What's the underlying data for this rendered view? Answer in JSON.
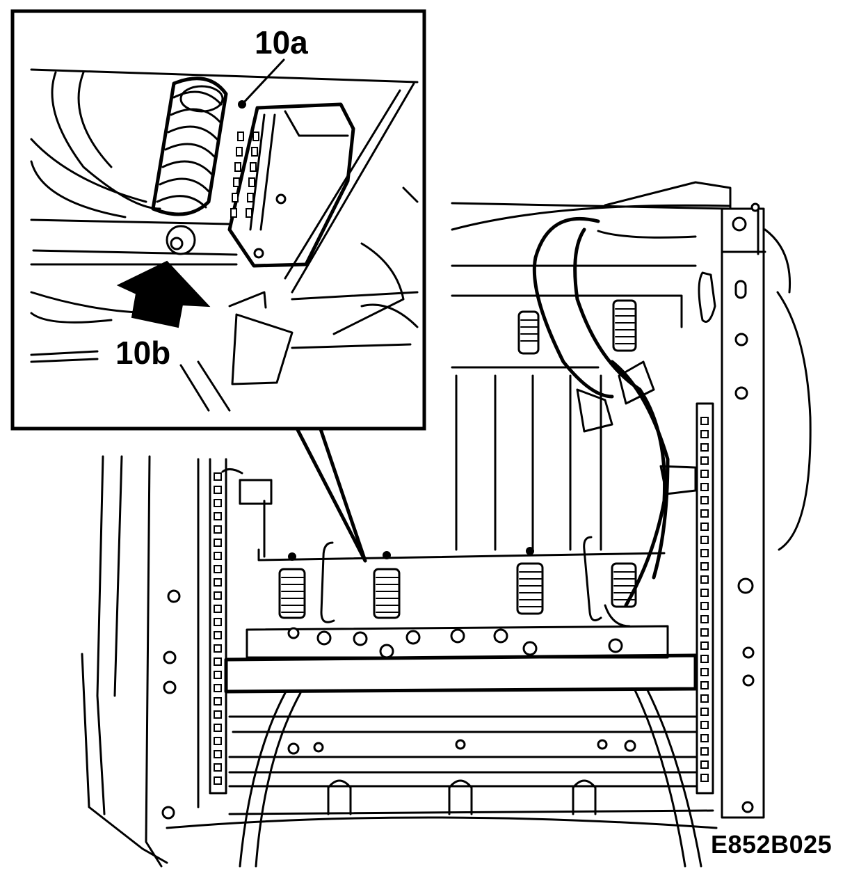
{
  "diagram": {
    "callouts": {
      "part_a": "10a",
      "part_b": "10b"
    },
    "drawing_code": "E852B025",
    "colors": {
      "line": "#000000",
      "background": "#ffffff"
    }
  }
}
